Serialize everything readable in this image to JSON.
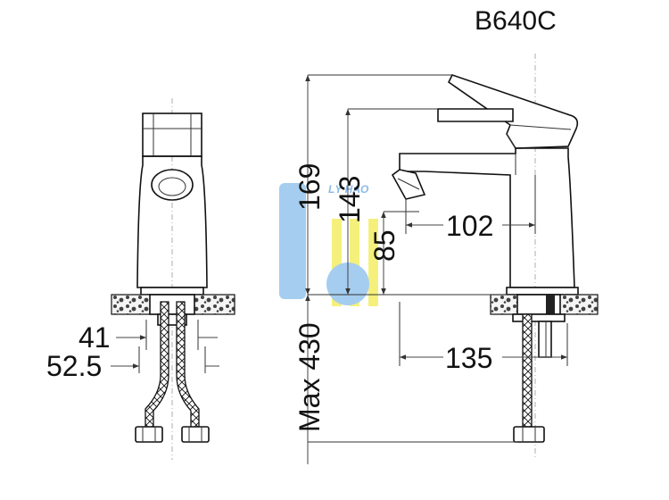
{
  "model": "B640C",
  "watermark": "LÝ HẢO",
  "dimensions": {
    "d169": "169",
    "d143": "143",
    "d85": "85",
    "d102": "102",
    "d135": "135",
    "d41": "41",
    "d52_5": "52.5",
    "max430": "Max 430"
  },
  "colors": {
    "watermark_blue": "#9cc8ee",
    "watermark_yellow": "#f5ef6e",
    "watermark_text": "#7fb3e6"
  }
}
